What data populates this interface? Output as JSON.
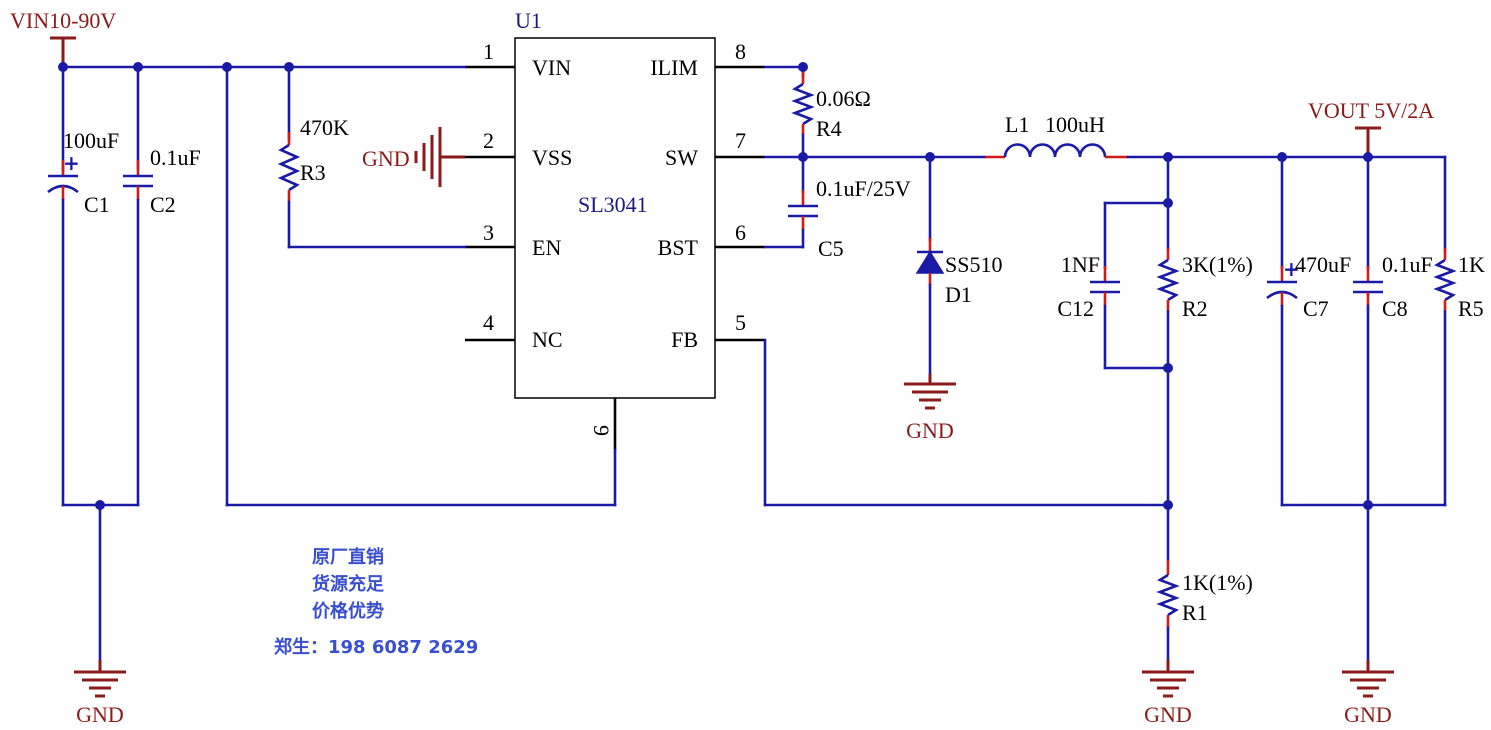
{
  "power_labels": {
    "vin": "VIN10-90V",
    "vout": "VOUT 5V/2A"
  },
  "ic": {
    "ref": "U1",
    "part": "SL3041",
    "pins_left": [
      {
        "num": "1",
        "name": "VIN"
      },
      {
        "num": "2",
        "name": "VSS"
      },
      {
        "num": "3",
        "name": "EN"
      },
      {
        "num": "4",
        "name": "NC"
      }
    ],
    "pins_right": [
      {
        "num": "8",
        "name": "ILIM"
      },
      {
        "num": "7",
        "name": "SW"
      },
      {
        "num": "6",
        "name": "BST"
      },
      {
        "num": "5",
        "name": "FB"
      }
    ],
    "pin_bottom": "9"
  },
  "components": {
    "c1": {
      "ref": "C1",
      "value": "100uF"
    },
    "c2": {
      "ref": "C2",
      "value": "0.1uF"
    },
    "r3": {
      "ref": "R3",
      "value": "470K"
    },
    "r4": {
      "ref": "R4",
      "value": "0.06Ω"
    },
    "c5": {
      "ref": "C5",
      "value": "0.1uF/25V"
    },
    "l1": {
      "ref": "L1",
      "value": "100uH"
    },
    "d1": {
      "ref": "D1",
      "value": "SS510"
    },
    "c12": {
      "ref": "C12",
      "value": "1NF"
    },
    "r2": {
      "ref": "R2",
      "value": "3K(1%)"
    },
    "c7": {
      "ref": "C7",
      "value": "470uF"
    },
    "c8": {
      "ref": "C8",
      "value": "0.1uF"
    },
    "r5": {
      "ref": "R5",
      "value": "1K"
    },
    "r1": {
      "ref": "R1",
      "value": "1K(1%)"
    }
  },
  "ground_label": "GND",
  "notes": [
    "原厂直销",
    "货源充足",
    "价格优势"
  ],
  "contact": "郑生：198 6087 2629"
}
